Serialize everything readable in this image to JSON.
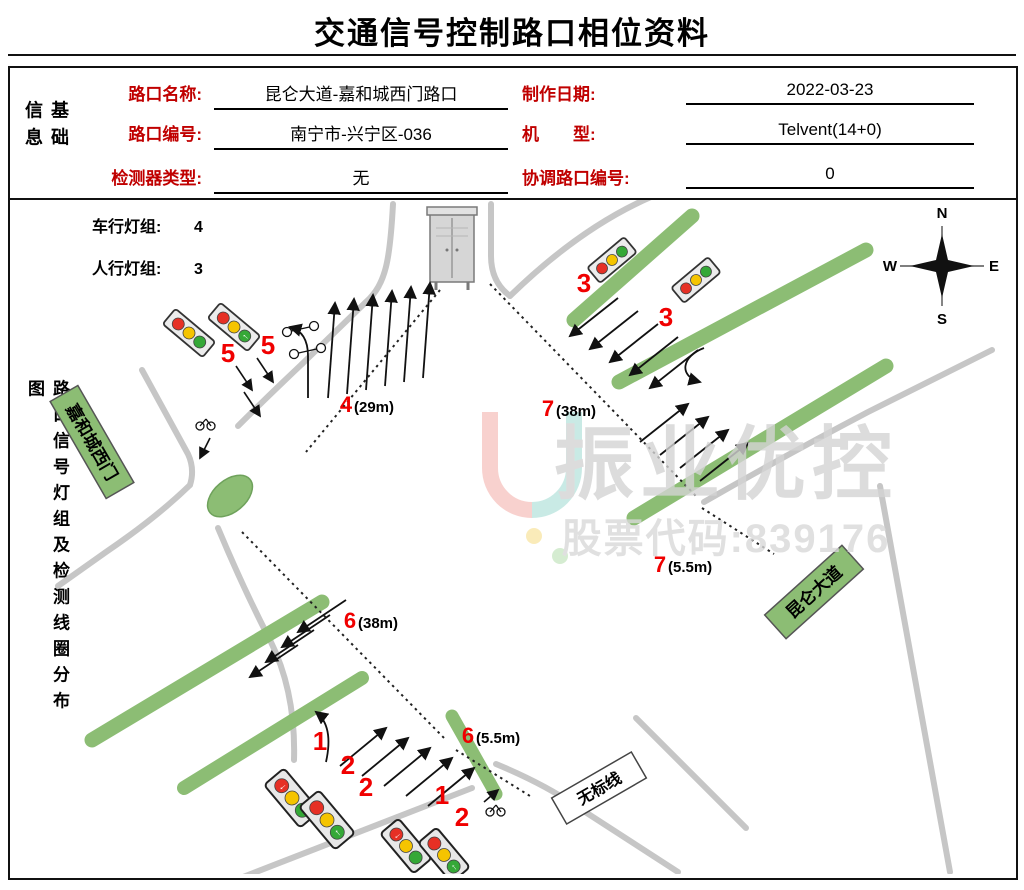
{
  "title": "交通信号控制路口相位资料",
  "basic_info": {
    "section_label": "基础信息",
    "name_label": "路口名称:",
    "name_value": "昆仑大道-嘉和城西门路口",
    "code_label": "路口编号:",
    "code_value": "南宁市-兴宁区-036",
    "detector_label": "检测器类型:",
    "detector_value": "无",
    "date_label": "制作日期:",
    "date_value": "2022-03-23",
    "model_label": "机　　型:",
    "model_value": "Telvent(14+0)",
    "coord_label": "协调路口编号:",
    "coord_value": "0"
  },
  "diagram": {
    "section_label": "路口信号灯组及检测线圈分布图",
    "vehicle_label": "车行灯组:",
    "vehicle_value": "4",
    "ped_label": "人行灯组:",
    "ped_value": "3",
    "compass": {
      "n": "N",
      "s": "S",
      "w": "W",
      "e": "E"
    },
    "watermark": {
      "brand": "振业优控",
      "stock": "股票代码:839176"
    },
    "places": {
      "gate": "嘉和城西门",
      "avenue": "昆仑大道",
      "no_marking": "无标线"
    },
    "detectors": {
      "d4": {
        "phase": "4",
        "dist": "(29m)"
      },
      "d7a": {
        "phase": "7",
        "dist": "(38m)"
      },
      "d7b": {
        "phase": "7",
        "dist": "(5.5m)"
      },
      "d6a": {
        "phase": "6",
        "dist": "(38m)"
      },
      "d6b": {
        "phase": "6",
        "dist": "(5.5m)"
      }
    },
    "phases": {
      "p5a": "5",
      "p5b": "5",
      "p3a": "3",
      "p3b": "3",
      "p1a": "1",
      "p2a": "2",
      "p2b": "2",
      "p1b": "1",
      "p2c": "2"
    }
  },
  "colors": {
    "median_green": "#8cbd74",
    "phase_red": "#f00000",
    "field_label_red": "#c00000",
    "road_gray": "#c6c6c6",
    "lamp_red": "#e63025",
    "lamp_yellow": "#f5c400",
    "lamp_green": "#35a837"
  }
}
